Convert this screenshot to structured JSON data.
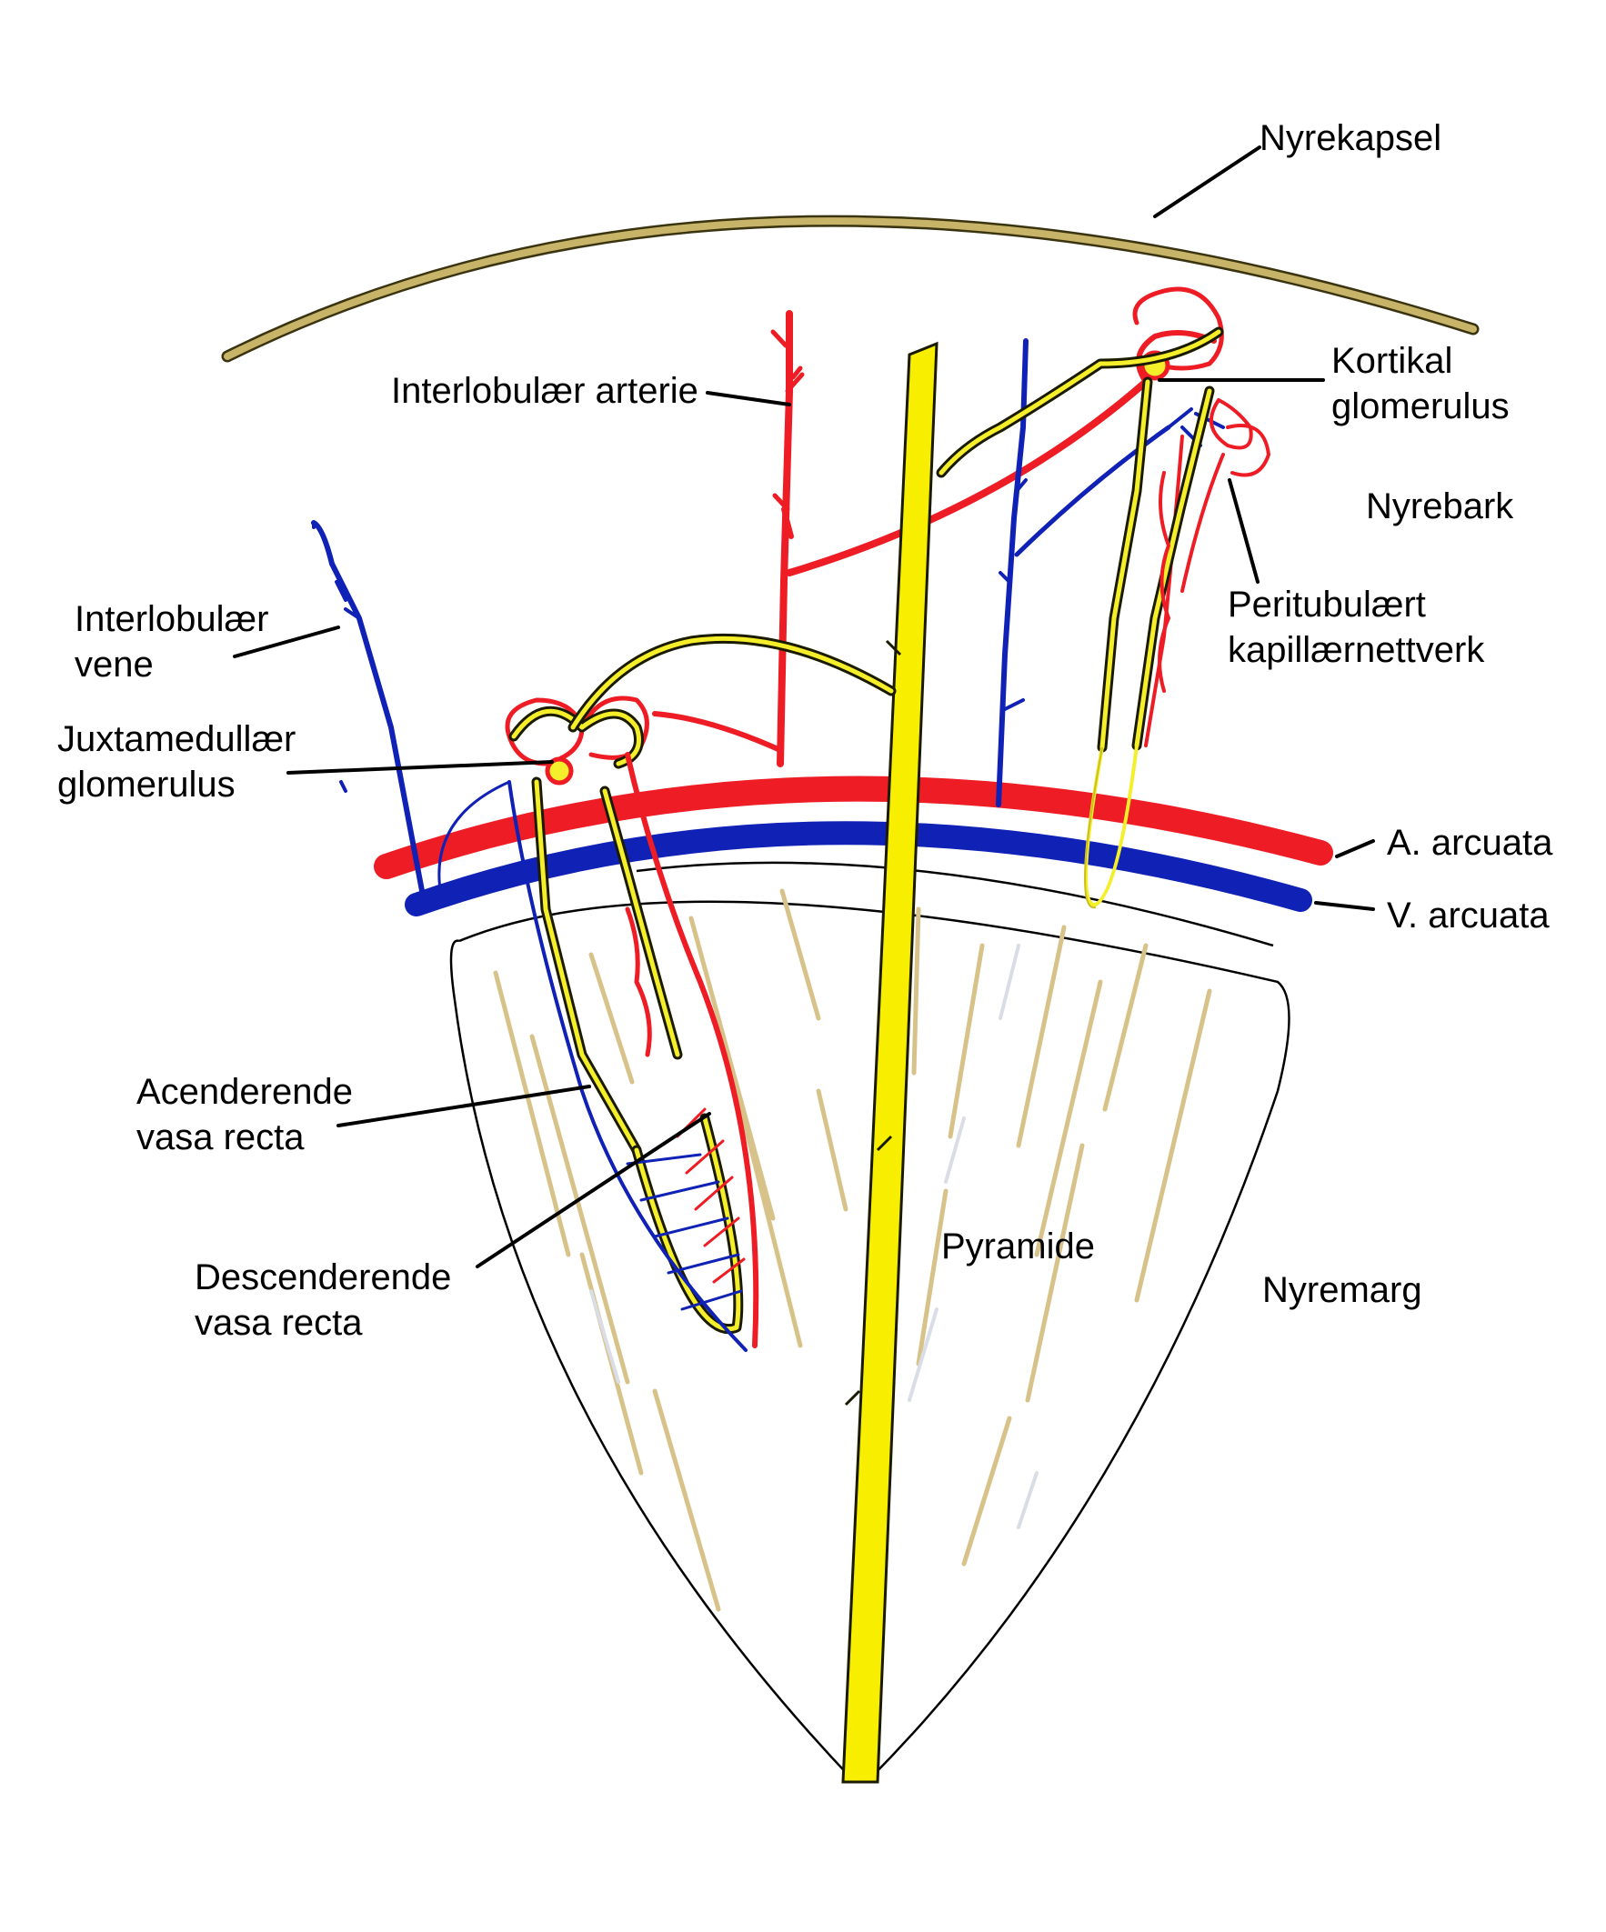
{
  "labels": {
    "nyrekapsel": "Nyrekapsel",
    "interlobular_arterie": "Interlobulær arterie",
    "kortikal_line1": "Kortikal",
    "kortikal_line2": "glomerulus",
    "nyrebark": "Nyrebark",
    "peritubulaert_line1": "Peritubulært",
    "peritubulaert_line2": "kapillærnettverk",
    "interlobular_vene_line1": "Interlobulær",
    "interlobular_vene_line2": "vene",
    "juxtamedullaer_line1": "Juxtamedullær",
    "juxtamedullaer_line2": "glomerulus",
    "a_arcuata": "A. arcuata",
    "v_arcuata": "V. arcuata",
    "acenderende_line1": "Acenderende",
    "acenderende_line2": "vasa recta",
    "descenderende_line1": "Descenderende",
    "descenderende_line2": "vasa recta",
    "pyramide": "Pyramide",
    "nyremarg": "Nyremarg"
  },
  "colors": {
    "capsule": "#c8b468",
    "artery": "#ee1c24",
    "vein": "#1021b5",
    "tubule": "#f5ee2a",
    "collecting_duct": "#f7ee00",
    "striation": "#d7c28a"
  }
}
